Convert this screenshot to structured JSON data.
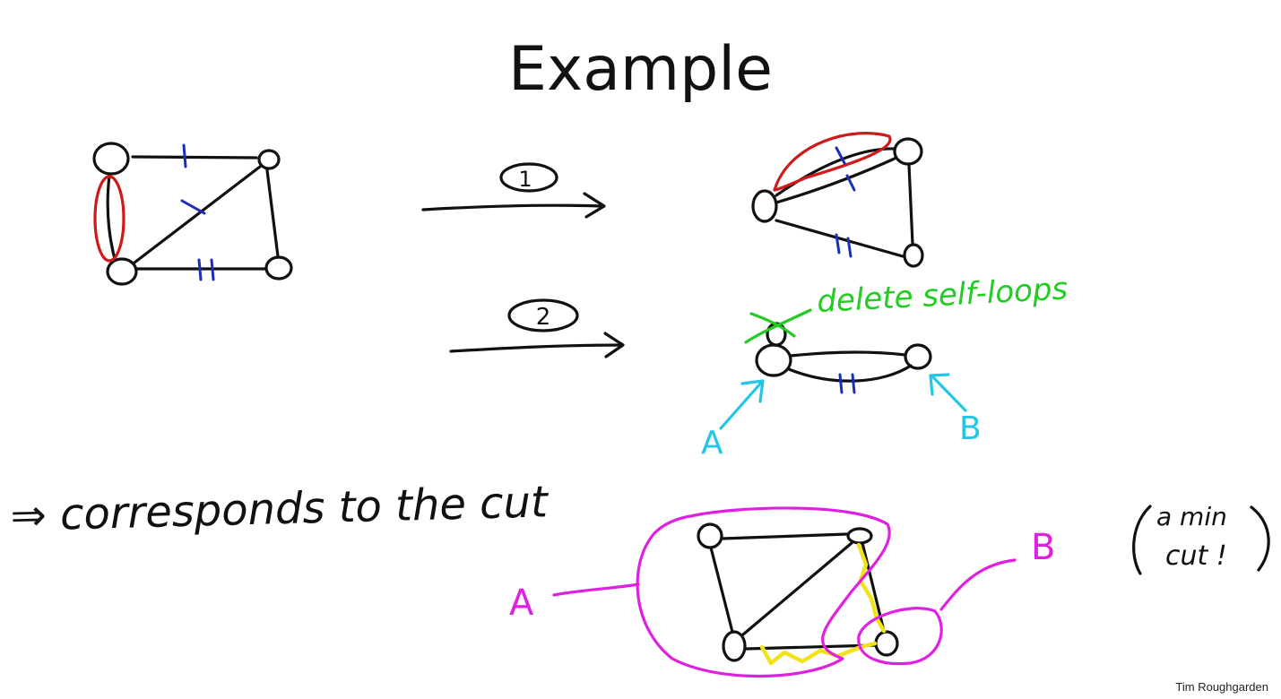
{
  "slide": {
    "title": "Example",
    "credit": "Tim Roughgarden"
  },
  "annotations": {
    "step1": "1",
    "step2": "2",
    "delete_self_loops": "delete self-loops",
    "label_A_small": "A",
    "label_B_small": "B",
    "corresponds": "⇒ corresponds to the cut",
    "label_A_big": "A",
    "label_B_big": "B",
    "min_cut_line1": "a min",
    "min_cut_line2": "cut !"
  },
  "colors": {
    "ink": "#111111",
    "contracted": "#d01a1a",
    "crossing_mark": "#1a2fb8",
    "delete": "#22cc22",
    "labels_AB": "#22c6e6",
    "cut_sets": "#e020e0",
    "cut_edges": "#f2e21a"
  }
}
